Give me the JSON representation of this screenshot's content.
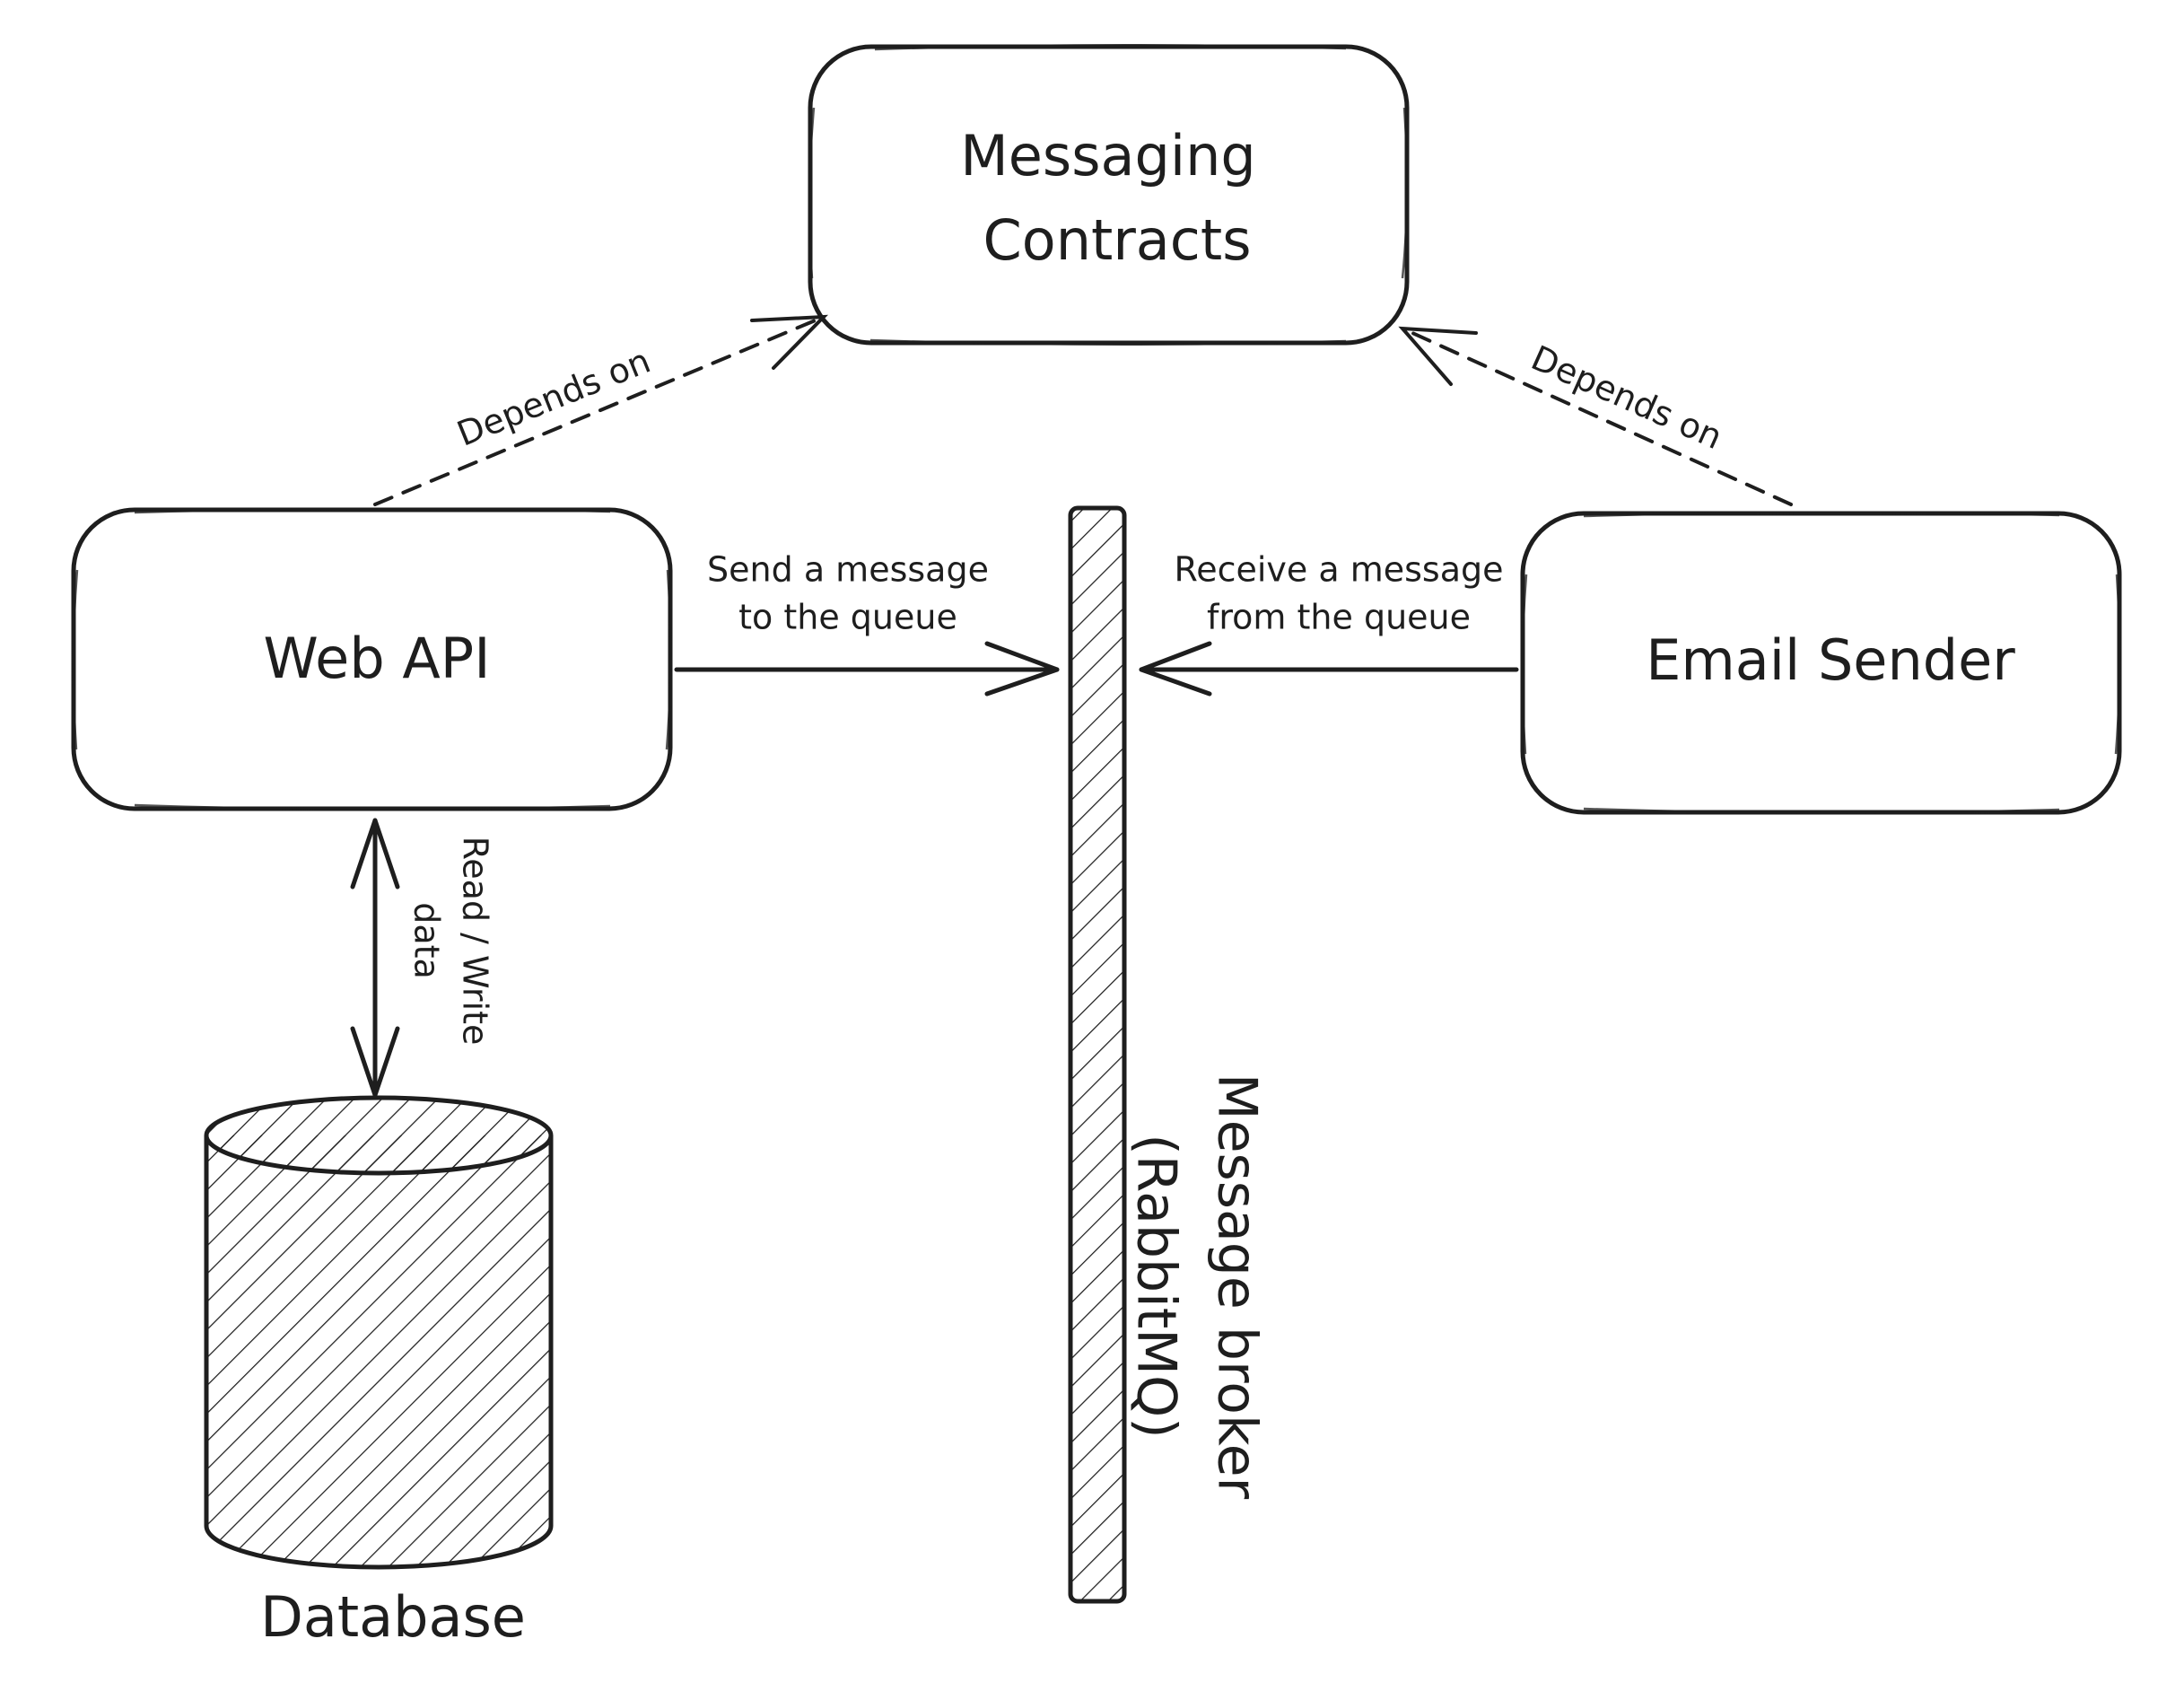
{
  "nodes": {
    "messaging_contracts": {
      "line1": "Messaging",
      "line2": "Contracts"
    },
    "web_api": {
      "label": "Web API"
    },
    "email_sender": {
      "label": "Email Sender"
    },
    "database": {
      "label": "Database"
    },
    "message_broker": {
      "line1": "Message broker",
      "line2": "(RabbitMQ)"
    }
  },
  "edges": {
    "web_api_depends": {
      "label": "Depends on"
    },
    "email_depends": {
      "label": "Depends on"
    },
    "send": {
      "line1": "Send a message",
      "line2": "to the queue"
    },
    "receive": {
      "line1": "Receive a message",
      "line2": "from the queue"
    },
    "read_write": {
      "line1": "Read / Write",
      "line2": "data"
    }
  },
  "colors": {
    "stroke": "#1e1e1e",
    "background": "#ffffff"
  }
}
